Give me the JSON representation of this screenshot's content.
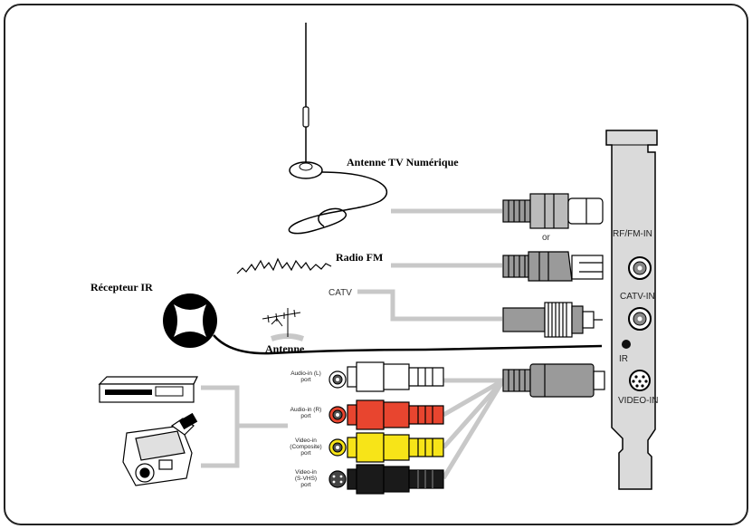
{
  "labels": {
    "digital_tv_antenna": "Antenne TV Numérique",
    "fm_radio": "Radio FM",
    "ir_receiver": "Récepteur IR",
    "catv": "CATV",
    "antenna": "Antenne",
    "or": "or"
  },
  "card_ports": {
    "rf_fm_in": "RF/FM-IN",
    "catv_in": "CATV-IN",
    "ir": "IR",
    "video_in": "VIDEO-IN"
  },
  "av_ports": {
    "audio_left": "Audio-in (L)\nport",
    "audio_right": "Audio-in (R)\nport",
    "video_composite": "Video-in\n(Composite)\nport",
    "video_svhs": "Video-in\n(S-VHS)\nport"
  },
  "colors": {
    "cable_gray": "#c8c8c8",
    "plug_gray": "#9a9a9a",
    "white_rca": "#ffffff",
    "red_rca": "#e8452f",
    "yellow_rca": "#f7e418",
    "black_rca": "#1a1a1a",
    "outline": "#000000",
    "border": "#222222"
  }
}
